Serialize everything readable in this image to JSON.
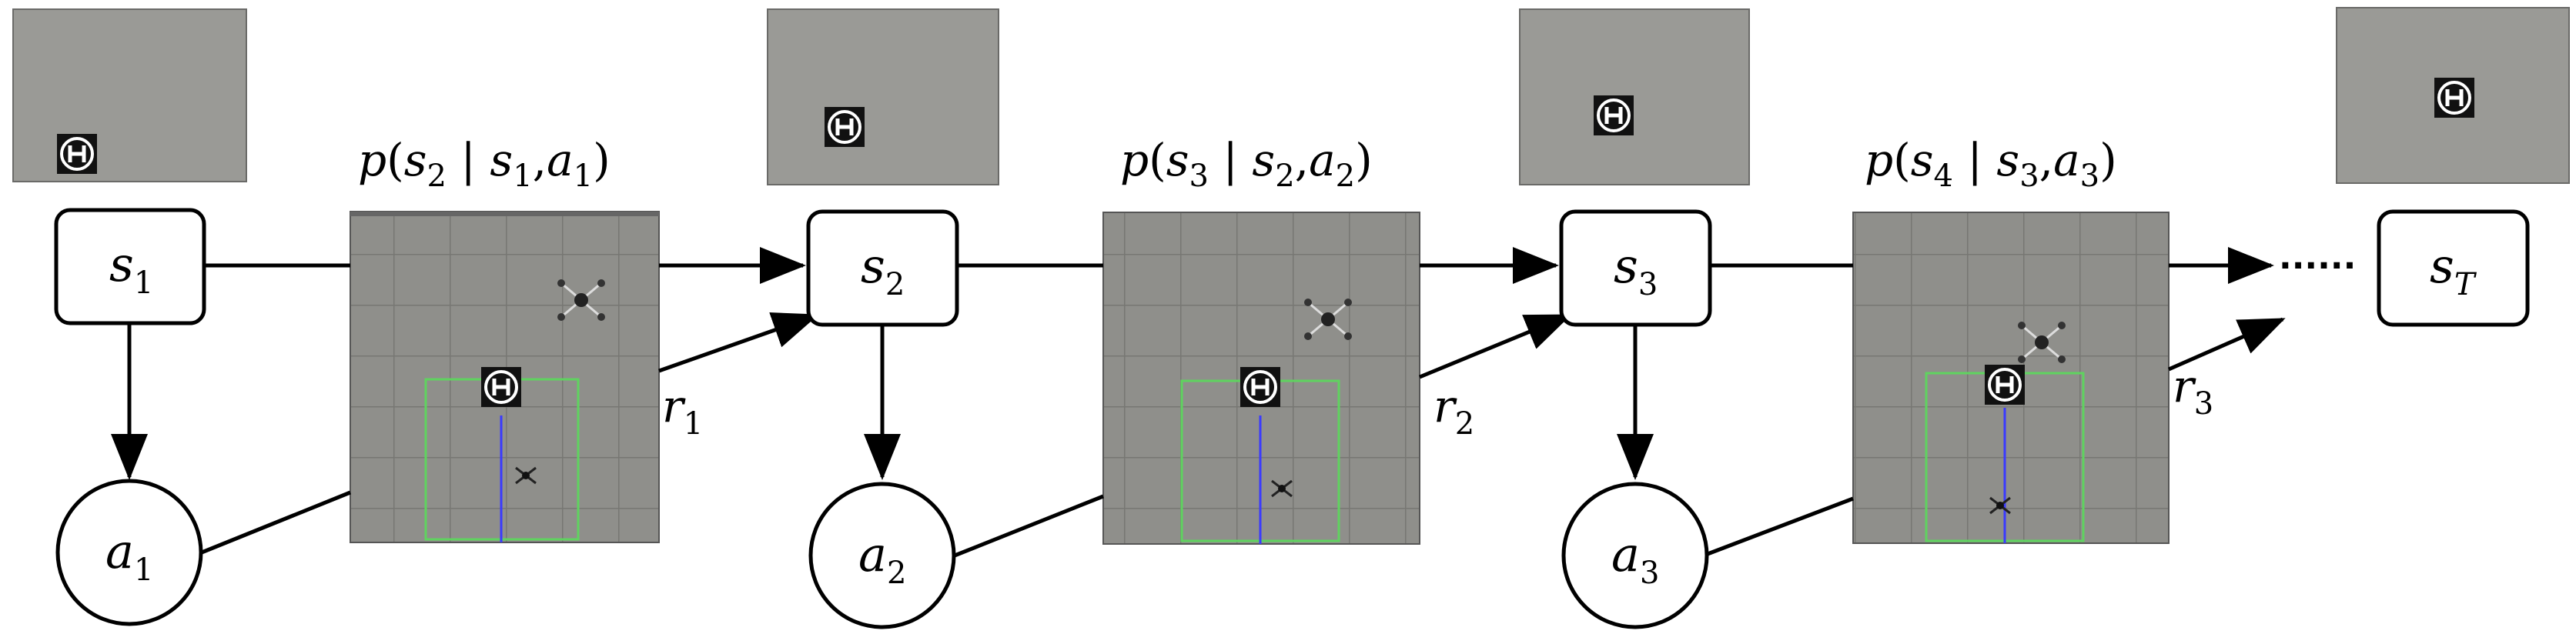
{
  "diagram": {
    "states": [
      {
        "base": "s",
        "sub": "1"
      },
      {
        "base": "s",
        "sub": "2"
      },
      {
        "base": "s",
        "sub": "3"
      },
      {
        "base": "s",
        "sub": "T"
      }
    ],
    "actions": [
      {
        "base": "a",
        "sub": "1"
      },
      {
        "base": "a",
        "sub": "2"
      },
      {
        "base": "a",
        "sub": "3"
      }
    ],
    "rewards": [
      {
        "base": "r",
        "sub": "1"
      },
      {
        "base": "r",
        "sub": "2"
      },
      {
        "base": "r",
        "sub": "3"
      }
    ],
    "transitions": [
      {
        "p": "p",
        "open": "(",
        "a": "s",
        "a_sub": "2",
        "bar": " | ",
        "b": "s",
        "b_sub": "1",
        "comma": ",",
        "c": "a",
        "c_sub": "1",
        "close": ")"
      },
      {
        "p": "p",
        "open": "(",
        "a": "s",
        "a_sub": "3",
        "bar": " | ",
        "b": "s",
        "b_sub": "2",
        "comma": ",",
        "c": "a",
        "c_sub": "2",
        "close": ")"
      },
      {
        "p": "p",
        "open": "(",
        "a": "s",
        "a_sub": "4",
        "bar": " | ",
        "b": "s",
        "b_sub": "3",
        "comma": ",",
        "c": "a",
        "c_sub": "3",
        "close": ")"
      }
    ],
    "ellipsis": "······",
    "landing_pad_glyph": "H",
    "colors": {
      "line": "#000000",
      "thumb_bg": "#9a9a96",
      "sim_bg": "#8f8f8b",
      "grid": "#7a7a76",
      "target_box": "#5fd35f",
      "drone_path": "#3a3aff"
    }
  }
}
